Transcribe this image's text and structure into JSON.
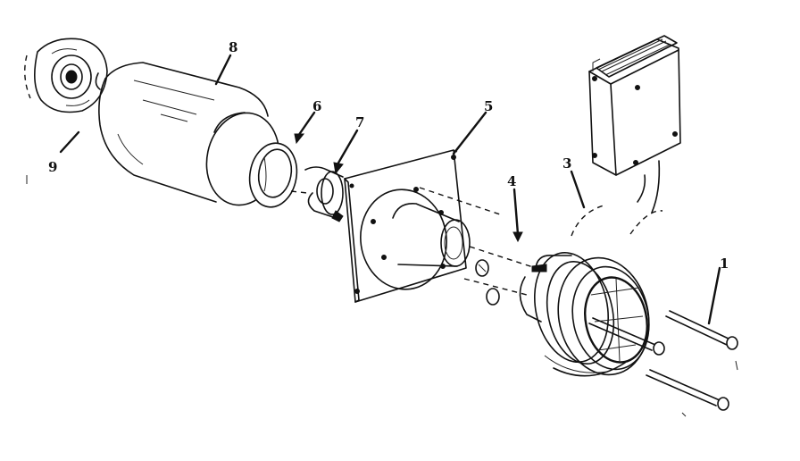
{
  "labels": {
    "l1": "1",
    "l3": "3",
    "l4": "4",
    "l5": "5",
    "l6": "6",
    "l7": "7",
    "l8": "8",
    "l9": "9"
  },
  "colors": {
    "ink": "#111111",
    "background": "#ffffff"
  }
}
